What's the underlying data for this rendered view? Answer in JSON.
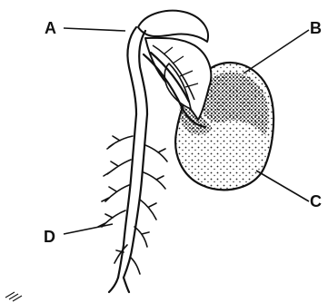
{
  "labels": {
    "a": "A",
    "b": "B",
    "c": "C",
    "d": "D"
  },
  "colors": {
    "ink": "#111111",
    "background": "#ffffff",
    "stipple": "#222222"
  }
}
